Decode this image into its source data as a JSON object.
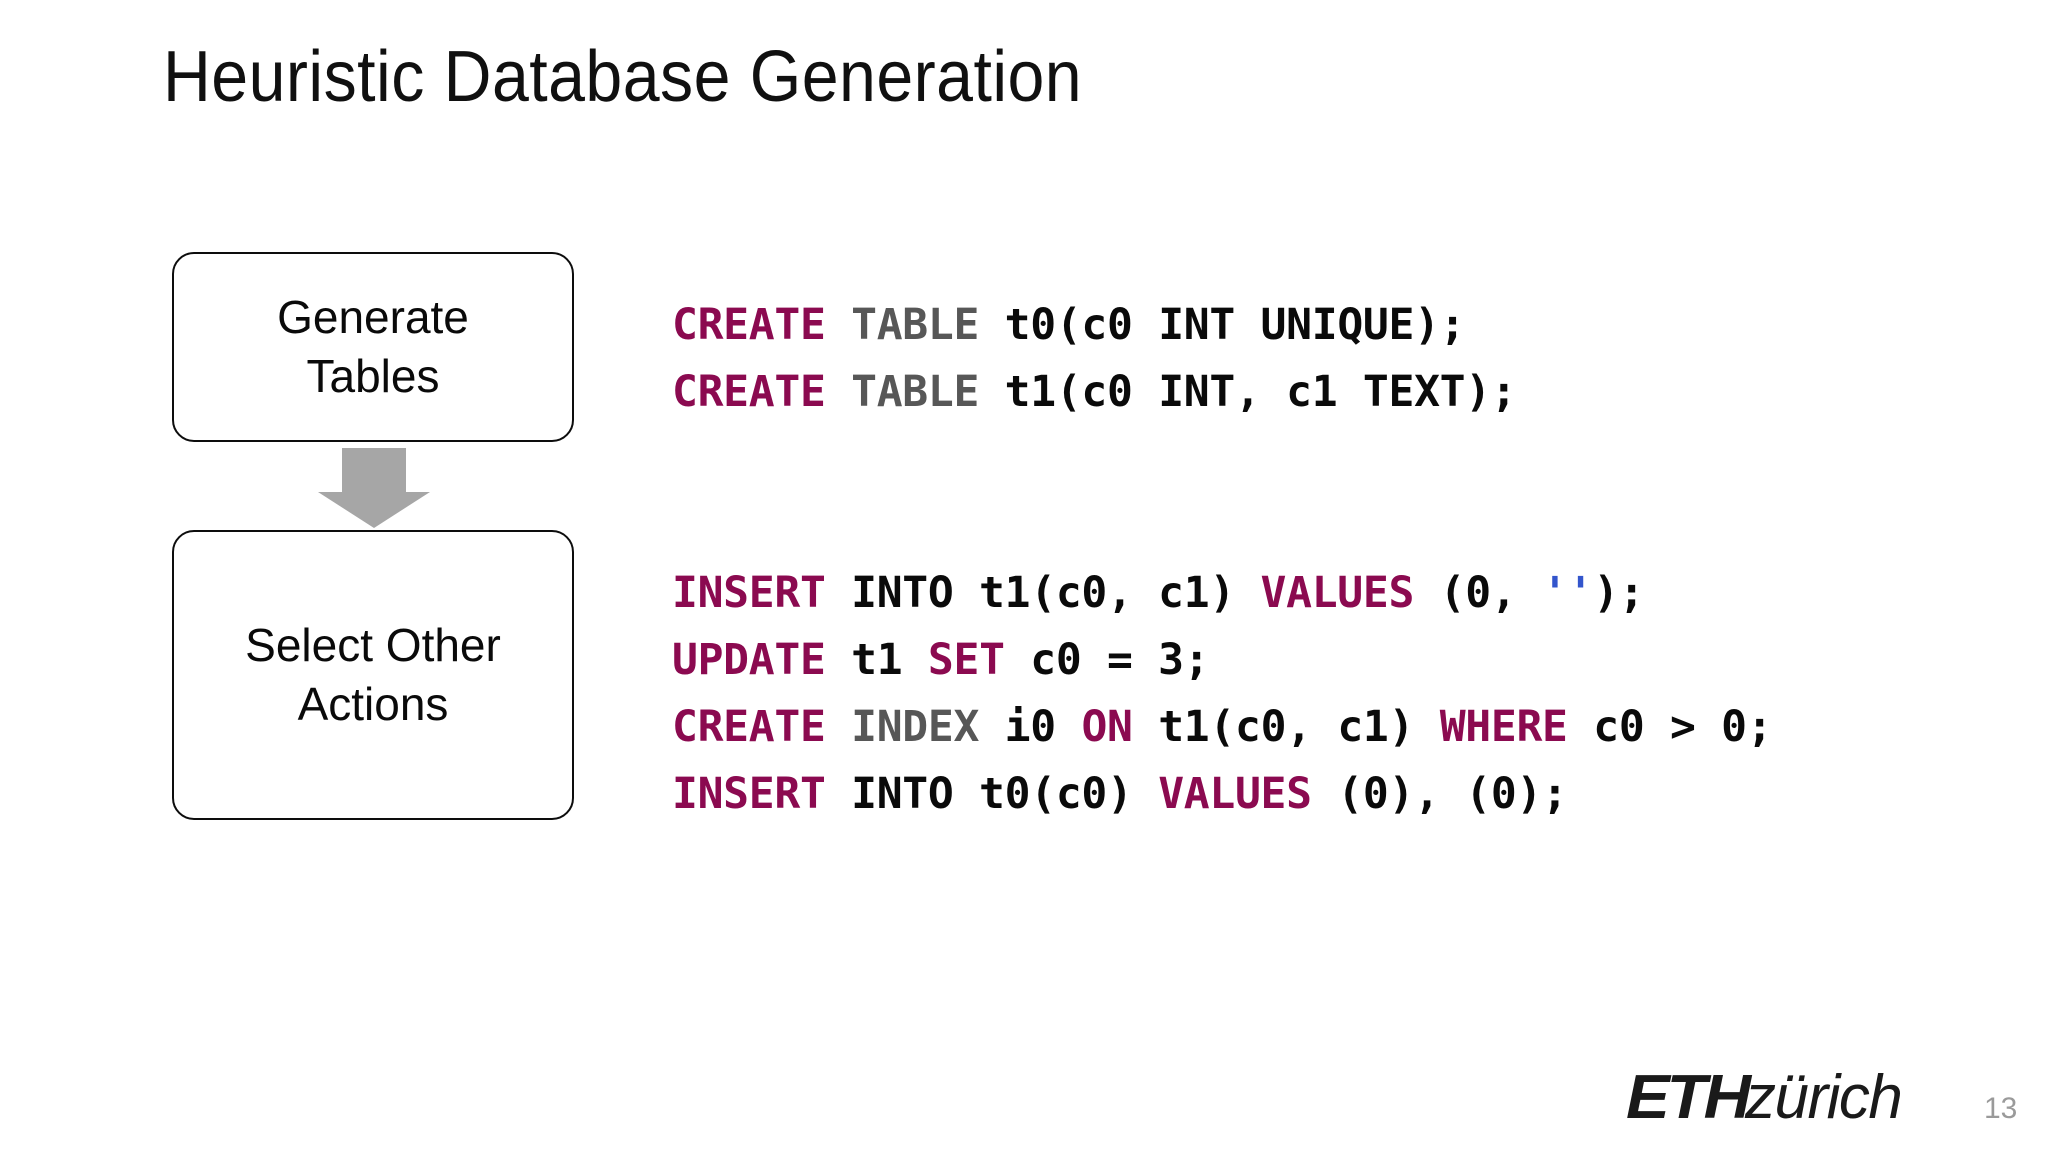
{
  "slide": {
    "title": "Heuristic Database Generation",
    "page_number": "13",
    "background_color": "#ffffff"
  },
  "flow": {
    "arrow_color": "#a6a6a6",
    "boxes": [
      {
        "id": "generate-tables",
        "label": "Generate\nTables"
      },
      {
        "id": "select-other-actions",
        "label": "Select Other\nActions"
      }
    ]
  },
  "code": {
    "colors": {
      "keyword": "#8b0a50",
      "type": "#575757",
      "plain": "#0a0a0a",
      "string": "#3355cc"
    },
    "groups": [
      {
        "id": "create-tables",
        "lines": [
          [
            {
              "t": "CREATE",
              "c": "kw"
            },
            {
              "t": " ",
              "c": "plain"
            },
            {
              "t": "TABLE",
              "c": "type"
            },
            {
              "t": " t0(c0 INT UNIQUE);",
              "c": "plain"
            }
          ],
          [
            {
              "t": "CREATE",
              "c": "kw"
            },
            {
              "t": " ",
              "c": "plain"
            },
            {
              "t": "TABLE",
              "c": "type"
            },
            {
              "t": " t1(c0 INT, c1 TEXT);",
              "c": "plain"
            }
          ]
        ]
      },
      {
        "id": "other-actions",
        "lines": [
          [
            {
              "t": "INSERT",
              "c": "kw"
            },
            {
              "t": " INTO t1(c0, c1) ",
              "c": "plain"
            },
            {
              "t": "VALUES",
              "c": "kw"
            },
            {
              "t": " (0, ",
              "c": "plain"
            },
            {
              "t": "''",
              "c": "str"
            },
            {
              "t": ");",
              "c": "plain"
            }
          ],
          [
            {
              "t": "UPDATE",
              "c": "kw"
            },
            {
              "t": " t1 ",
              "c": "plain"
            },
            {
              "t": "SET",
              "c": "kw"
            },
            {
              "t": " c0 = 3;",
              "c": "plain"
            }
          ],
          [
            {
              "t": "CREATE",
              "c": "kw"
            },
            {
              "t": " ",
              "c": "plain"
            },
            {
              "t": "INDEX",
              "c": "type"
            },
            {
              "t": " i0 ",
              "c": "plain"
            },
            {
              "t": "ON",
              "c": "kw"
            },
            {
              "t": " t1(c0, c1) ",
              "c": "plain"
            },
            {
              "t": "WHERE",
              "c": "kw"
            },
            {
              "t": " c0 > 0;",
              "c": "plain"
            }
          ],
          [
            {
              "t": "INSERT",
              "c": "kw"
            },
            {
              "t": " INTO t0(c0) ",
              "c": "plain"
            },
            {
              "t": "VALUES",
              "c": "kw"
            },
            {
              "t": " (0), (0);",
              "c": "plain"
            }
          ]
        ]
      }
    ]
  },
  "footer": {
    "logo_mark": "ETH",
    "logo_word": "zürich"
  }
}
